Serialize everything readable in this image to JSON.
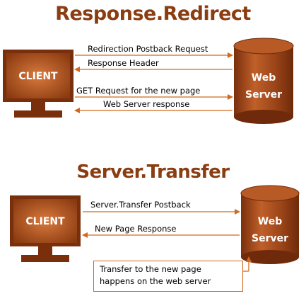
{
  "colors": {
    "title": "#8b3d12",
    "node_fill": "#8b3a10",
    "node_fill_light": "#c0602a",
    "arrow": "#d2691e"
  },
  "redirect": {
    "title": "Response.Redirect",
    "client_label": "CLIENT",
    "server_label_line1": "Web",
    "server_label_line2": "Server",
    "messages": [
      "Redirection Postback Request",
      "Response Header",
      "GET Request for the new page",
      "Web Server response"
    ]
  },
  "transfer": {
    "title": "Server.Transfer",
    "client_label": "CLIENT",
    "server_label_line1": "Web",
    "server_label_line2": "Server",
    "messages": [
      "Server.Transfer Postback",
      "New Page Response"
    ],
    "note_line1": "Transfer to the new page",
    "note_line2": "happens on the web server"
  }
}
